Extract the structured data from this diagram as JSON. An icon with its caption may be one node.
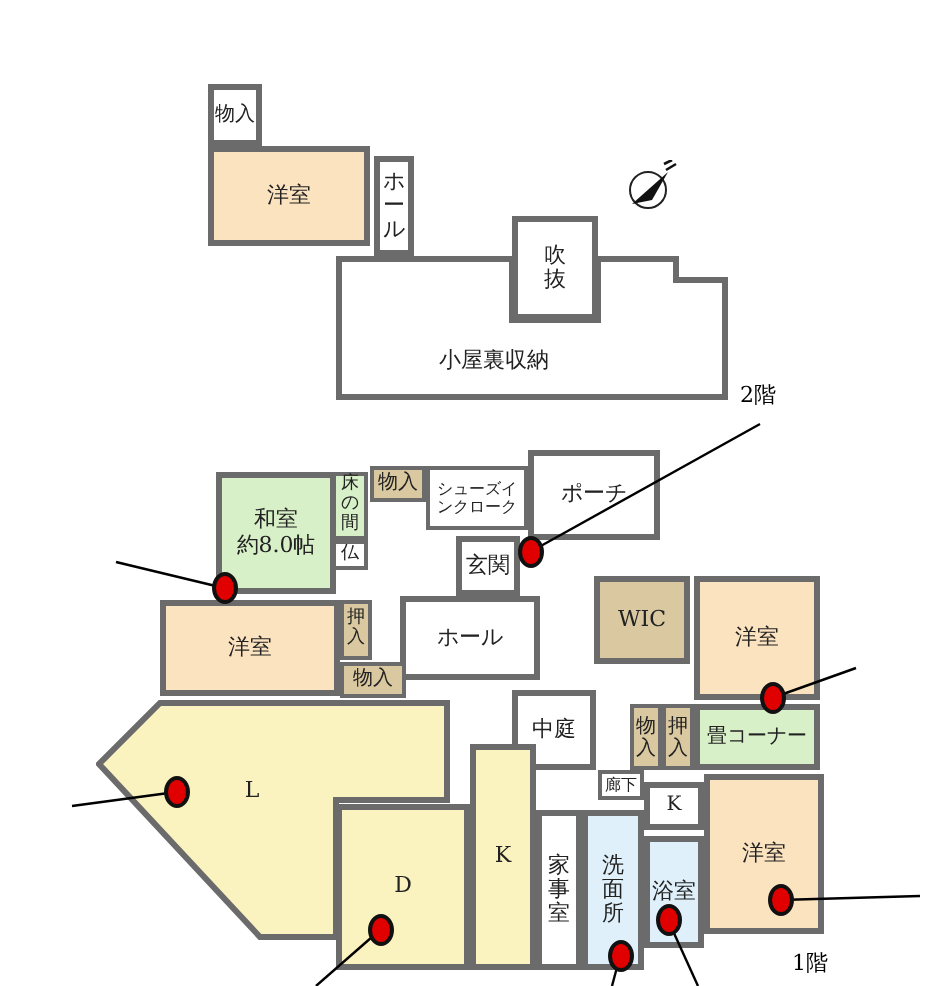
{
  "diagram": {
    "nodes": [
      {
        "text": [
          "物入"
        ]
      },
      {
        "text": [
          "洋室"
        ]
      },
      {
        "text": [
          "ホール"
        ]
      },
      {
        "text": [
          "吹抜"
        ]
      },
      {
        "text": [
          "小屋裏収納"
        ]
      },
      {
        "text": [
          "和室",
          "約8.0帖"
        ]
      },
      {
        "text": [
          "床の間"
        ]
      },
      {
        "text": [
          "仏"
        ]
      },
      {
        "text": [
          "物入"
        ]
      },
      {
        "text": [
          "シューズインクローク"
        ]
      },
      {
        "text": [
          "ポーチ"
        ]
      },
      {
        "text": [
          "玄関"
        ]
      },
      {
        "text": [
          "ホール"
        ]
      },
      {
        "text": [
          "洋室"
        ]
      },
      {
        "text": [
          "押入"
        ]
      },
      {
        "text": [
          "物入"
        ]
      },
      {
        "text": [
          "WIC"
        ]
      },
      {
        "text": [
          "洋室"
        ]
      },
      {
        "text": [
          "物入"
        ]
      },
      {
        "text": [
          "押入"
        ]
      },
      {
        "text": [
          "畳コーナー"
        ]
      },
      {
        "text": [
          "中庭"
        ]
      },
      {
        "text": [
          "廊下"
        ]
      },
      {
        "text": [
          "K"
        ]
      },
      {
        "text": [
          "洋室"
        ]
      },
      {
        "text": [
          "L"
        ]
      },
      {
        "text": [
          "D"
        ]
      },
      {
        "text": [
          "K"
        ]
      },
      {
        "text": [
          "家事室"
        ]
      },
      {
        "text": [
          "洗面所"
        ]
      },
      {
        "text": [
          "浴室"
        ]
      },
      {
        "text": [],
        "shape": "circle"
      },
      {
        "text": [],
        "shape": "circle"
      },
      {
        "text": [],
        "shape": "circle"
      },
      {
        "text": [],
        "shape": "circle",
        "in": 25
      },
      {
        "text": [],
        "shape": "circle",
        "in": 24
      },
      {
        "text": [],
        "shape": "circle",
        "in": 30
      },
      {
        "text": [],
        "shape": "circle",
        "in": 26
      },
      {
        "text": [],
        "shape": "circle",
        "in": 29
      }
    ],
    "edges": [
      {
        "from": 31,
        "to": null,
        "arrow": "none"
      },
      {
        "from": 32,
        "to": null,
        "arrow": "none"
      },
      {
        "from": 33,
        "to": null,
        "arrow": "none"
      },
      {
        "from": 34,
        "to": null,
        "arrow": "none"
      },
      {
        "from": 35,
        "to": null,
        "arrow": "none"
      },
      {
        "from": 36,
        "to": null,
        "arrow": "none"
      },
      {
        "from": 37,
        "to": null,
        "arrow": "none"
      },
      {
        "from": 38,
        "to": null,
        "arrow": "none"
      }
    ],
    "labels": [
      "2階",
      "1階"
    ]
  }
}
